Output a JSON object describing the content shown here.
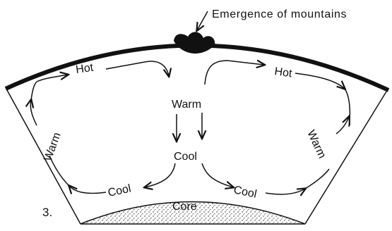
{
  "figure_number": "3.",
  "callout": "Emergence of mountains",
  "labels": {
    "hot_left": "Hot",
    "hot_right": "Hot",
    "warm_center": "Warm",
    "warm_left": "Warm",
    "warm_right": "Warm",
    "cool_center": "Cool",
    "cool_left": "Cool",
    "cool_right": "Cool",
    "core": "Core"
  }
}
